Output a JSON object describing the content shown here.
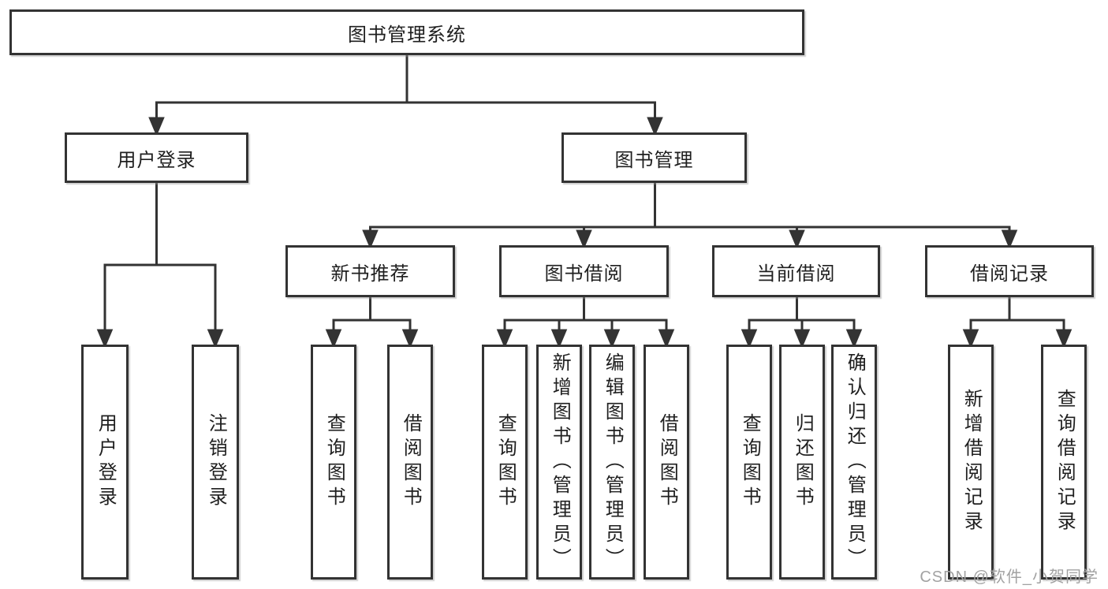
{
  "diagram": {
    "root": {
      "label": "图书管理系统"
    },
    "branches": [
      {
        "label": "用户登录",
        "children": [
          {
            "label": "用户登录"
          },
          {
            "label": "注销登录"
          }
        ]
      },
      {
        "label": "图书管理",
        "children": [
          {
            "label": "新书推荐",
            "children": [
              {
                "label": "查询图书"
              },
              {
                "label": "借阅图书"
              }
            ]
          },
          {
            "label": "图书借阅",
            "children": [
              {
                "label": "查询图书"
              },
              {
                "label": "新增图书（管理员）"
              },
              {
                "label": "编辑图书（管理员）"
              },
              {
                "label": "借阅图书"
              }
            ]
          },
          {
            "label": "当前借阅",
            "children": [
              {
                "label": "查询图书"
              },
              {
                "label": "归还图书"
              },
              {
                "label": "确认归还（管理员）"
              }
            ]
          },
          {
            "label": "借阅记录",
            "children": [
              {
                "label": "新增借阅记录"
              },
              {
                "label": "查询借阅记录"
              }
            ]
          }
        ]
      }
    ],
    "watermark": "CSDN @软件_小贺同学",
    "colors": {
      "line": "#333333",
      "text": "#1f1f1f",
      "watermark": "#a2a2a2",
      "background": "#ffffff"
    }
  }
}
